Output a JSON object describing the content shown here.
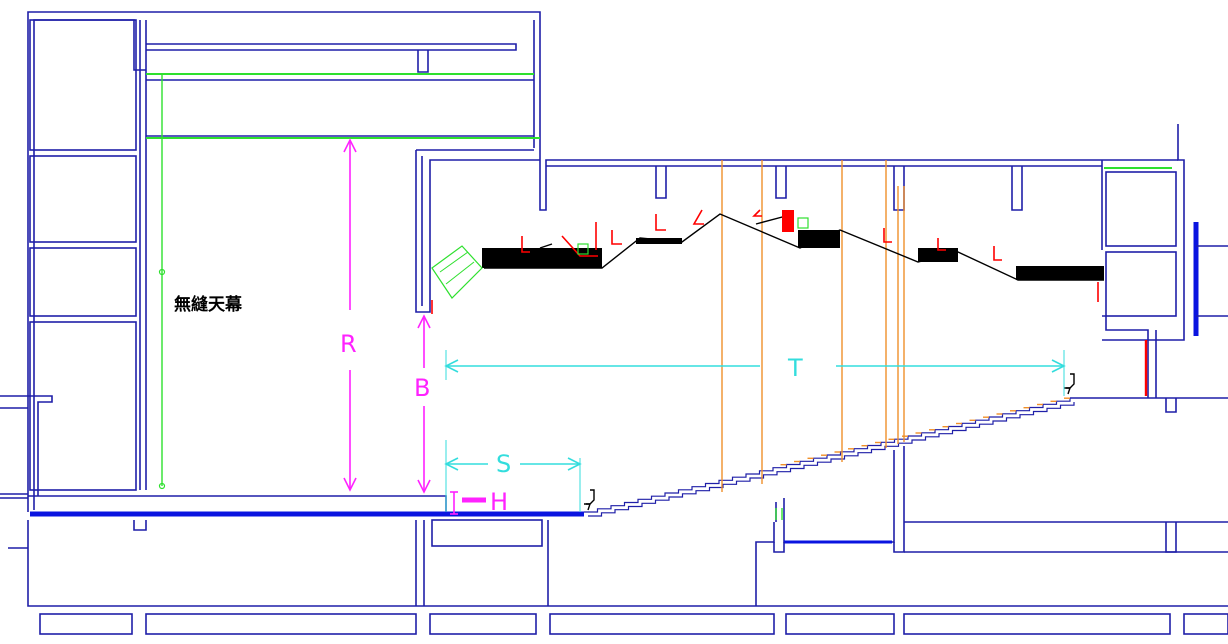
{
  "labels": {
    "screen_note": "無縫天幕",
    "dim_R": "R",
    "dim_B": "B",
    "dim_T": "T",
    "dim_S": "S",
    "dim_H": "H"
  },
  "colors": {
    "walls": "#1f1fa8",
    "stage_floor": "#0a14e0",
    "cyclorama": "#2ee02e",
    "lighting_lines": "#f0902a",
    "ceiling_panels": "#000000",
    "fixtures": "#ff0000",
    "dimensions_magenta": "#ff22ff",
    "dimensions_cyan": "#33dddd"
  },
  "icons": [
    "seat-icon",
    "lighting-fixture-icon",
    "speaker-icon"
  ]
}
